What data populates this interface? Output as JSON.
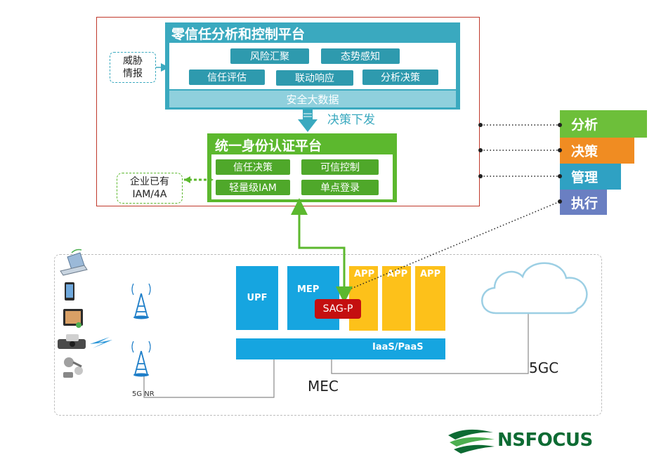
{
  "zero_trust": {
    "title": "零信任分析和控制平台",
    "buttons": [
      "风险汇聚",
      "态势感知",
      "信任评估",
      "联动响应",
      "分析决策"
    ],
    "big_data": "安全大数据"
  },
  "threat_intel": "威胁情报",
  "decision_issue": "决策下发",
  "identity": {
    "title": "统一身份认证平台",
    "buttons": [
      "信任决策",
      "可信控制",
      "轻量级IAM",
      "单点登录"
    ]
  },
  "enterprise_iam": {
    "line1": "企业已有",
    "line2": "IAM/4A"
  },
  "steps": [
    {
      "label": "分析",
      "color": "#6dbf3a"
    },
    {
      "label": "决策",
      "color": "#f08c22"
    },
    {
      "label": "管理",
      "color": "#2fa1c3"
    },
    {
      "label": "执行",
      "color": "#6a7fc2"
    }
  ],
  "mec": {
    "upf": "UPF",
    "mep": "MEP",
    "apps": [
      "APP",
      "APP",
      "APP"
    ],
    "sagp": "SAG-P",
    "iaas": "IaaS/PaaS",
    "label": "MEC"
  },
  "core": "5GC",
  "nr": "5G NR",
  "logo": "NSFOCUS",
  "icons": [
    "laptop-icon",
    "phone-icon",
    "tablet-icon",
    "camera-icon",
    "robot-icon",
    "antenna-icon",
    "wireless-signal-icon",
    "cloud-icon",
    "nsfocus-logo-icon"
  ]
}
